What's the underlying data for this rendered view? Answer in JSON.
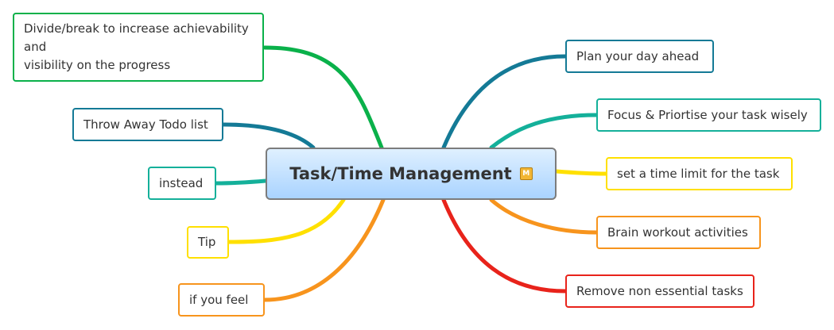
{
  "central": {
    "title": "Task/Time Management",
    "marker_icon": "M",
    "marker_color": "#f2b634"
  },
  "colors": {
    "green": "#0ab14a",
    "teal_dark": "#147a96",
    "teal": "#14b09a",
    "yellow": "#ffe000",
    "orange": "#f7941d",
    "red": "#e8231b"
  },
  "left_topics": [
    {
      "label": "Divide/break to increase achievability\nand\nvisibility on the progress",
      "color": "#0ab14a"
    },
    {
      "label": "Throw Away Todo list",
      "color": "#147a96"
    },
    {
      "label": "instead",
      "color": "#14b09a"
    },
    {
      "label": "Tip",
      "color": "#ffe000"
    },
    {
      "label": "if you feel",
      "color": "#f7941d"
    }
  ],
  "right_topics": [
    {
      "label": "Plan your day ahead",
      "color": "#147a96"
    },
    {
      "label": "Focus & Priortise your task wisely",
      "color": "#14b09a"
    },
    {
      "label": "set a time limit for the task",
      "color": "#ffe000"
    },
    {
      "label": "Brain workout activities",
      "color": "#f7941d"
    },
    {
      "label": "Remove non essential tasks",
      "color": "#e8231b"
    }
  ]
}
